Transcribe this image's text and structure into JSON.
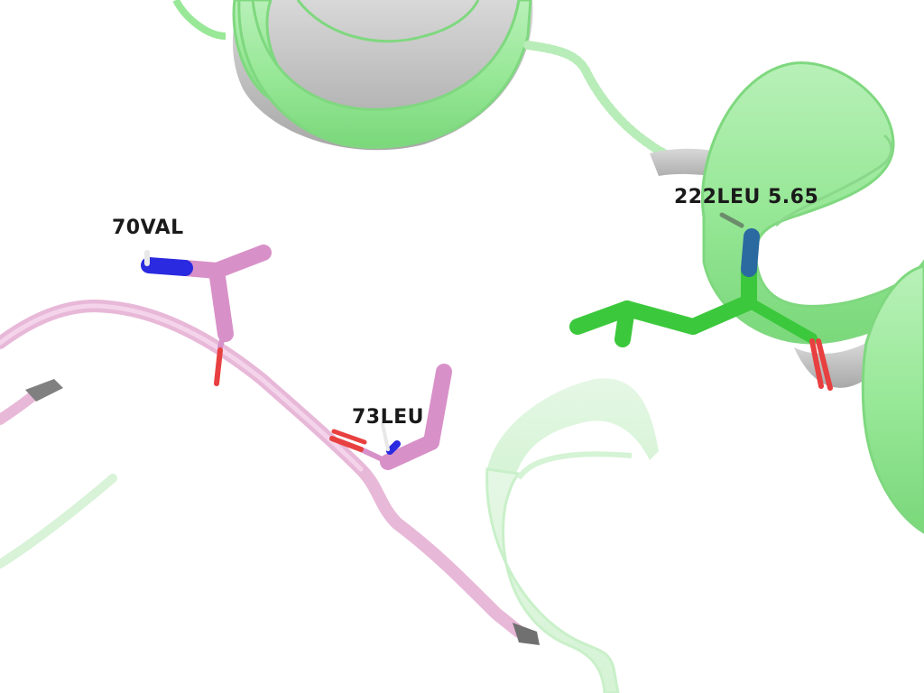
{
  "labels": {
    "residue_70": "70VAL",
    "residue_73": "73LEU",
    "residue_222": "222LEU 5.65"
  },
  "colors": {
    "background": "#ffffff",
    "helix_green": "#98e898",
    "helix_green_edge": "#7fd87f",
    "helix_inner_gray": "#b8b8b8",
    "loop_pink": "#e8b8d8",
    "stick_pink": "#d890c8",
    "stick_green": "#3cc83c",
    "nitrogen_blue": "#2020e0",
    "oxygen_red": "#e84040",
    "hydrogen_white": "#f0f0f0",
    "arrow_gray": "#808080"
  },
  "icons": {
    "helix": "helix-ribbon-icon",
    "stick": "residue-stick-icon"
  }
}
